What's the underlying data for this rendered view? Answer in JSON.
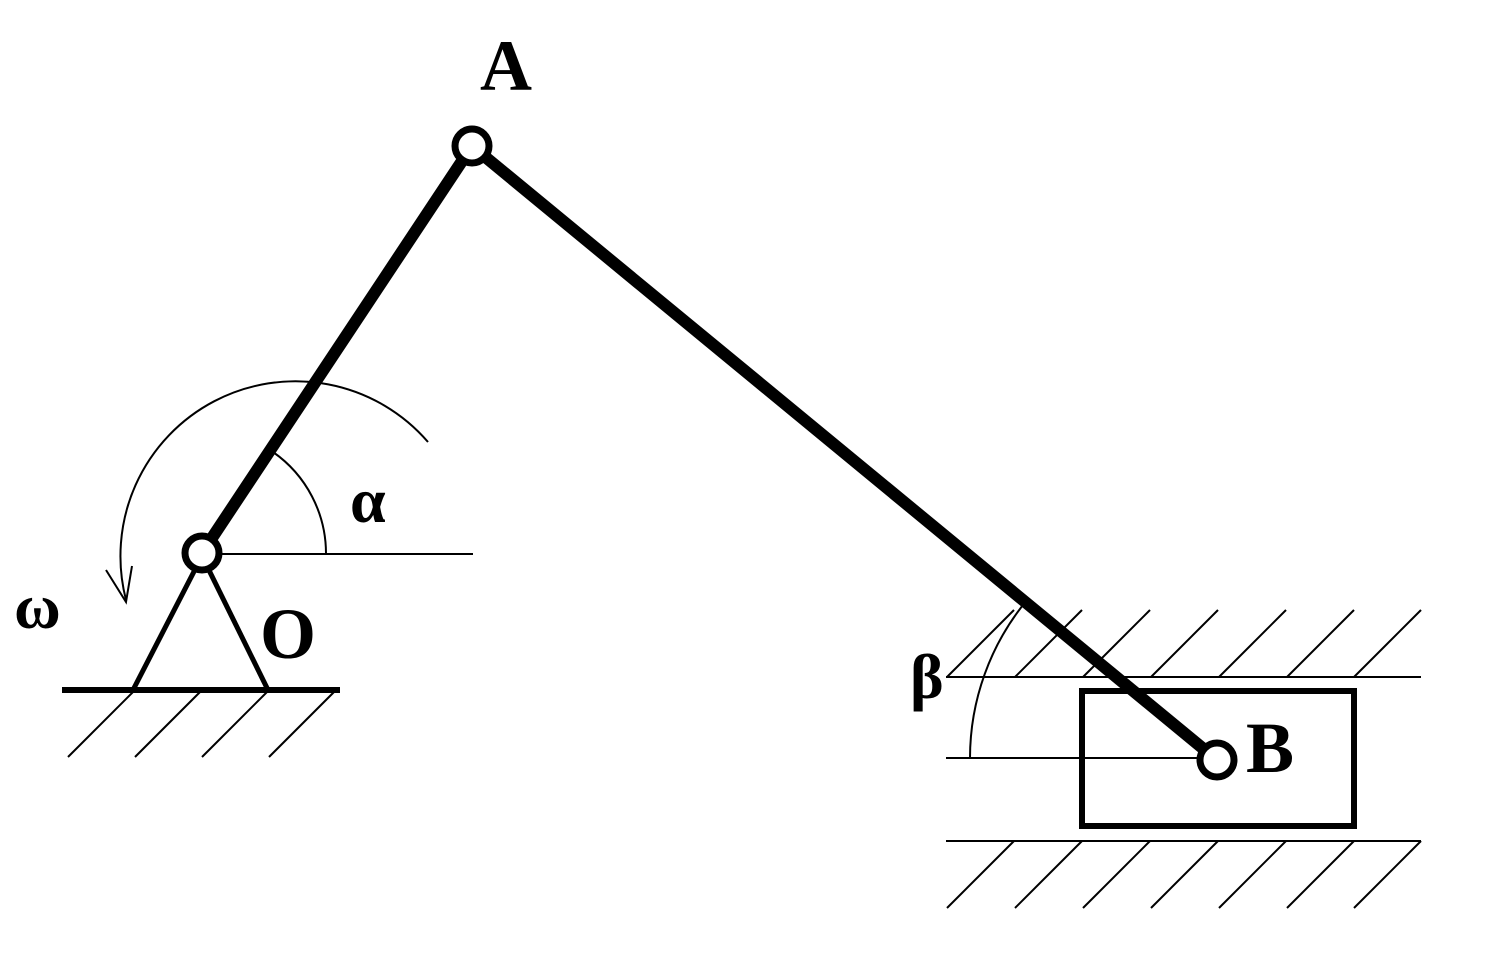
{
  "colors": {
    "stroke": "#000000",
    "background": "#ffffff"
  },
  "labels": {
    "A": "A",
    "B": "B",
    "O": "O",
    "alpha": "α",
    "beta": "β",
    "omega": "ω"
  }
}
